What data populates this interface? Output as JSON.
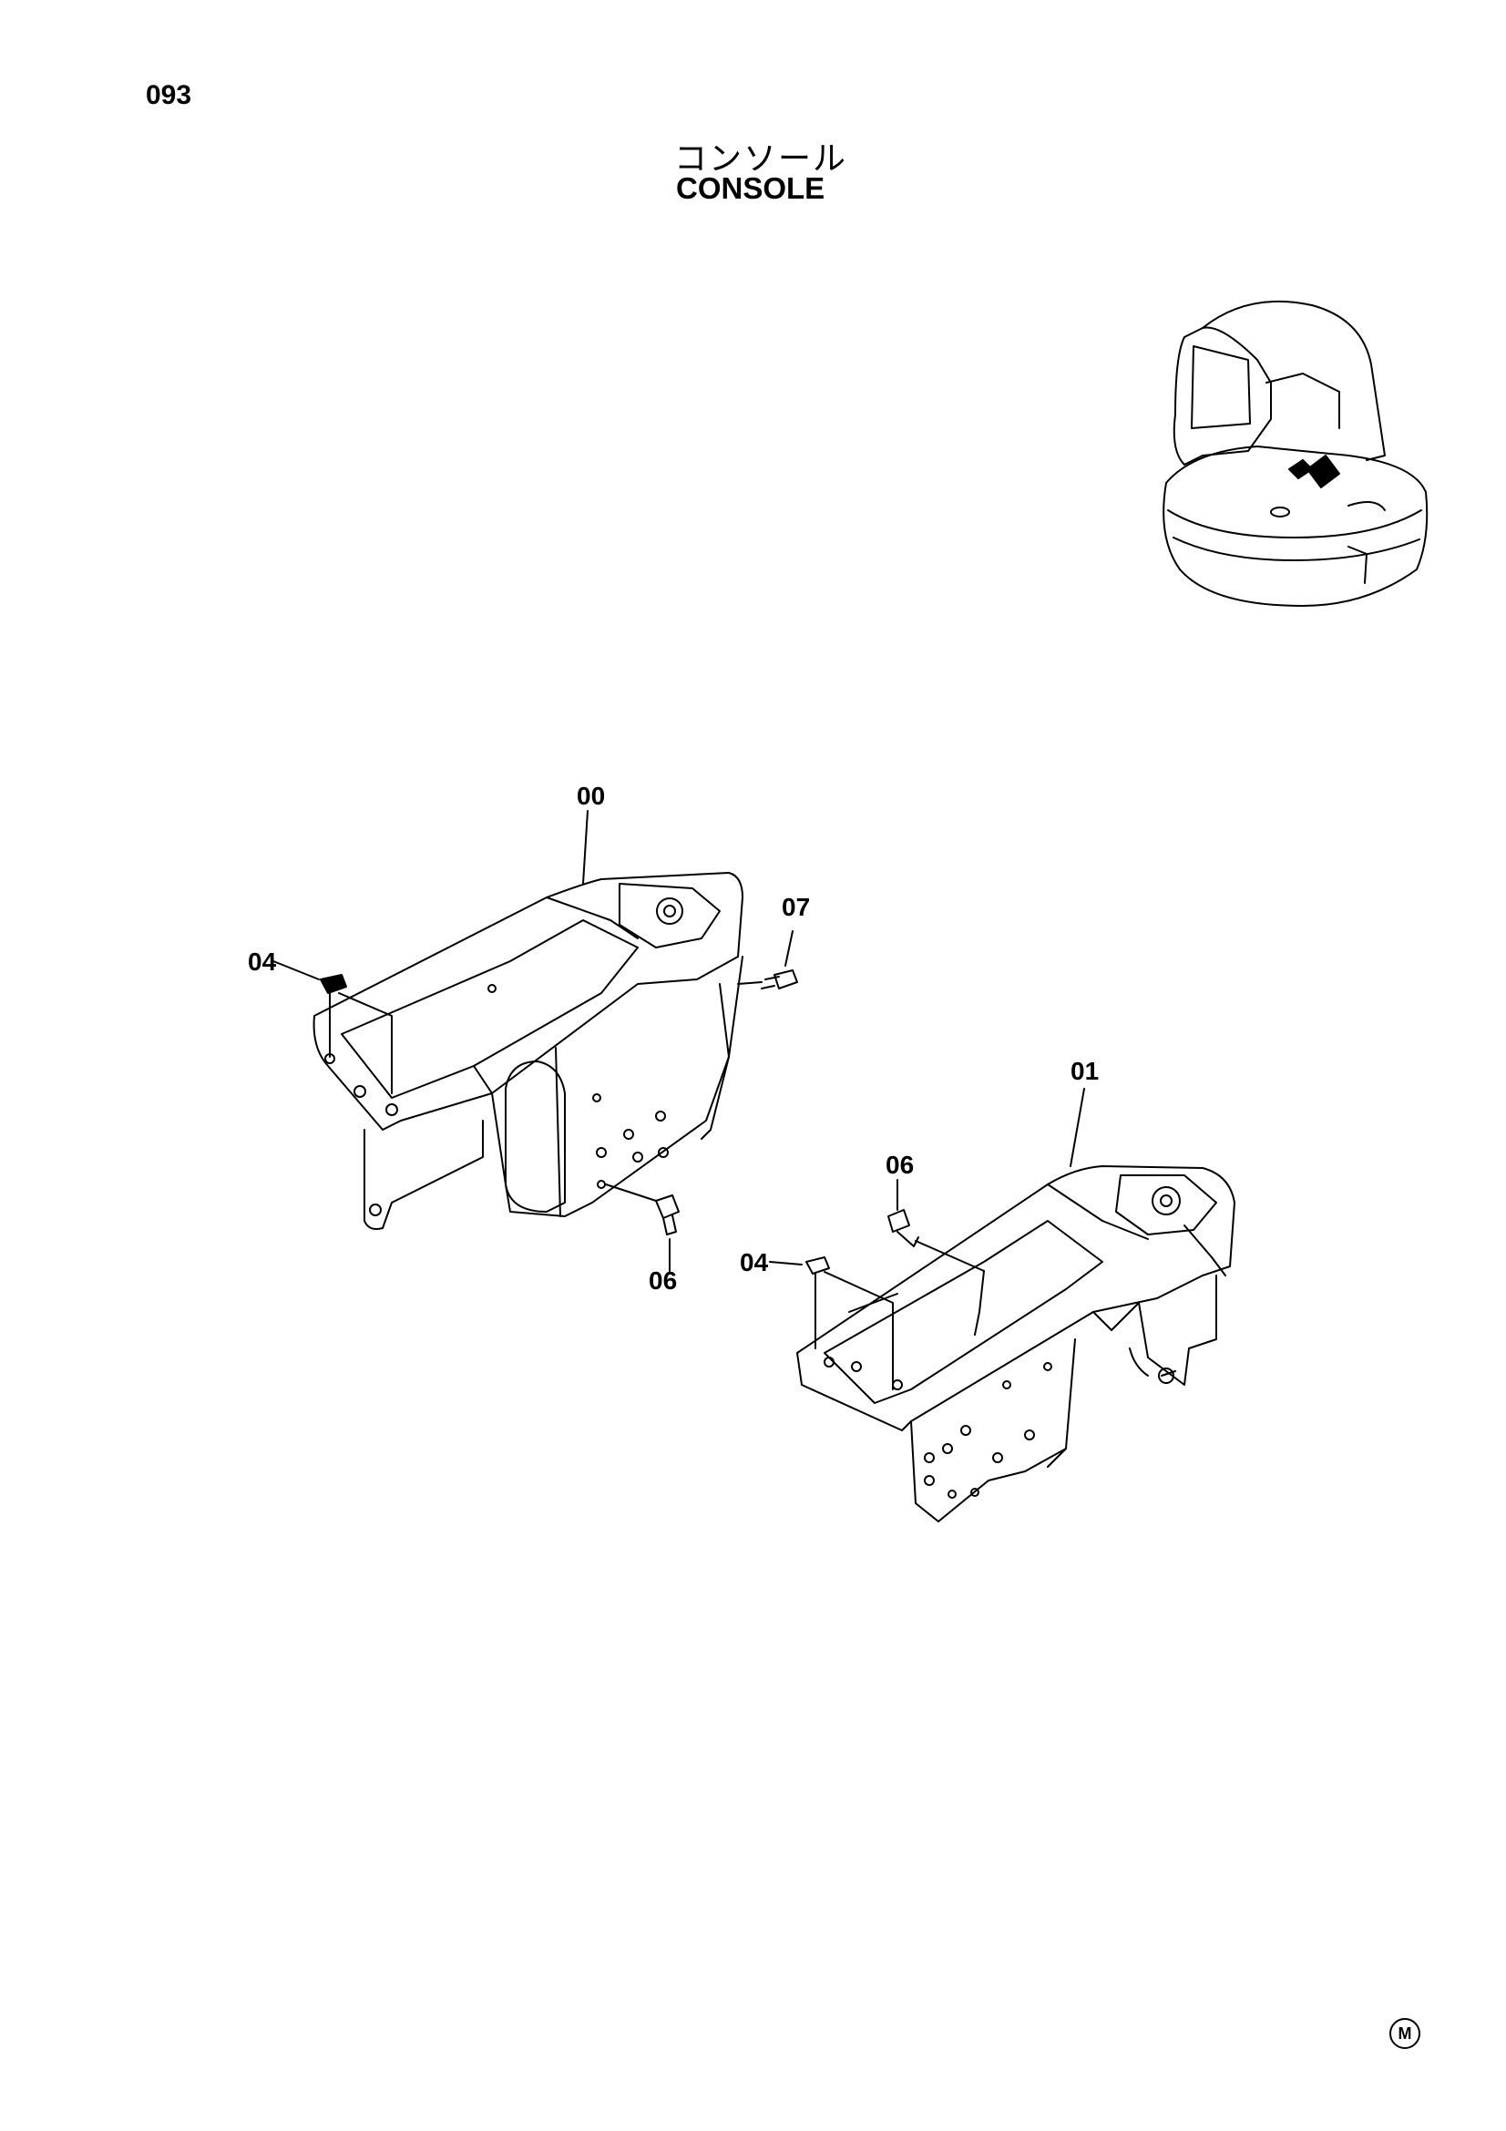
{
  "page": {
    "number": "093"
  },
  "title": {
    "japanese": "コンソール",
    "english": "CONSOLE"
  },
  "callouts": {
    "c00": "00",
    "c07": "07",
    "c04_left": "04",
    "c06_left": "06",
    "c01": "01",
    "c06_right": "06",
    "c04_right": "04"
  },
  "footer": {
    "mark": "M"
  }
}
